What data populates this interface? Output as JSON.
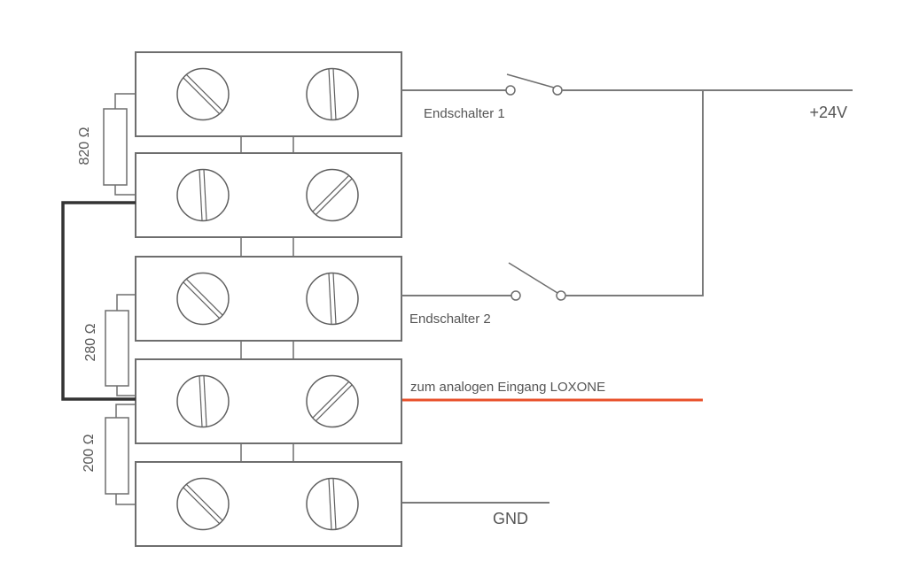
{
  "diagram": {
    "resistors": [
      {
        "id": "r1",
        "label": "820 Ω"
      },
      {
        "id": "r2",
        "label": "280 Ω"
      },
      {
        "id": "r3",
        "label": "200 Ω"
      }
    ],
    "switches": [
      {
        "id": "s1",
        "label": "Endschalter 1"
      },
      {
        "id": "s2",
        "label": "Endschalter 2"
      }
    ],
    "supply_label": "+24V",
    "analog_label": "zum analogen Eingang LOXONE",
    "ground_label": "GND",
    "terminal_blocks": [
      {
        "id": "tb1",
        "screws": [
          "diag",
          "vert"
        ]
      },
      {
        "id": "tb2",
        "screws": [
          "vert",
          "back"
        ]
      },
      {
        "id": "tb3",
        "screws": [
          "diag",
          "vert"
        ]
      },
      {
        "id": "tb4",
        "screws": [
          "vert",
          "back"
        ]
      },
      {
        "id": "tb5",
        "screws": [
          "diag",
          "vert"
        ]
      }
    ],
    "colors": {
      "analog_wire": "#e8502a",
      "jumper_wire": "#333333",
      "line": "#7a7a7a"
    }
  }
}
